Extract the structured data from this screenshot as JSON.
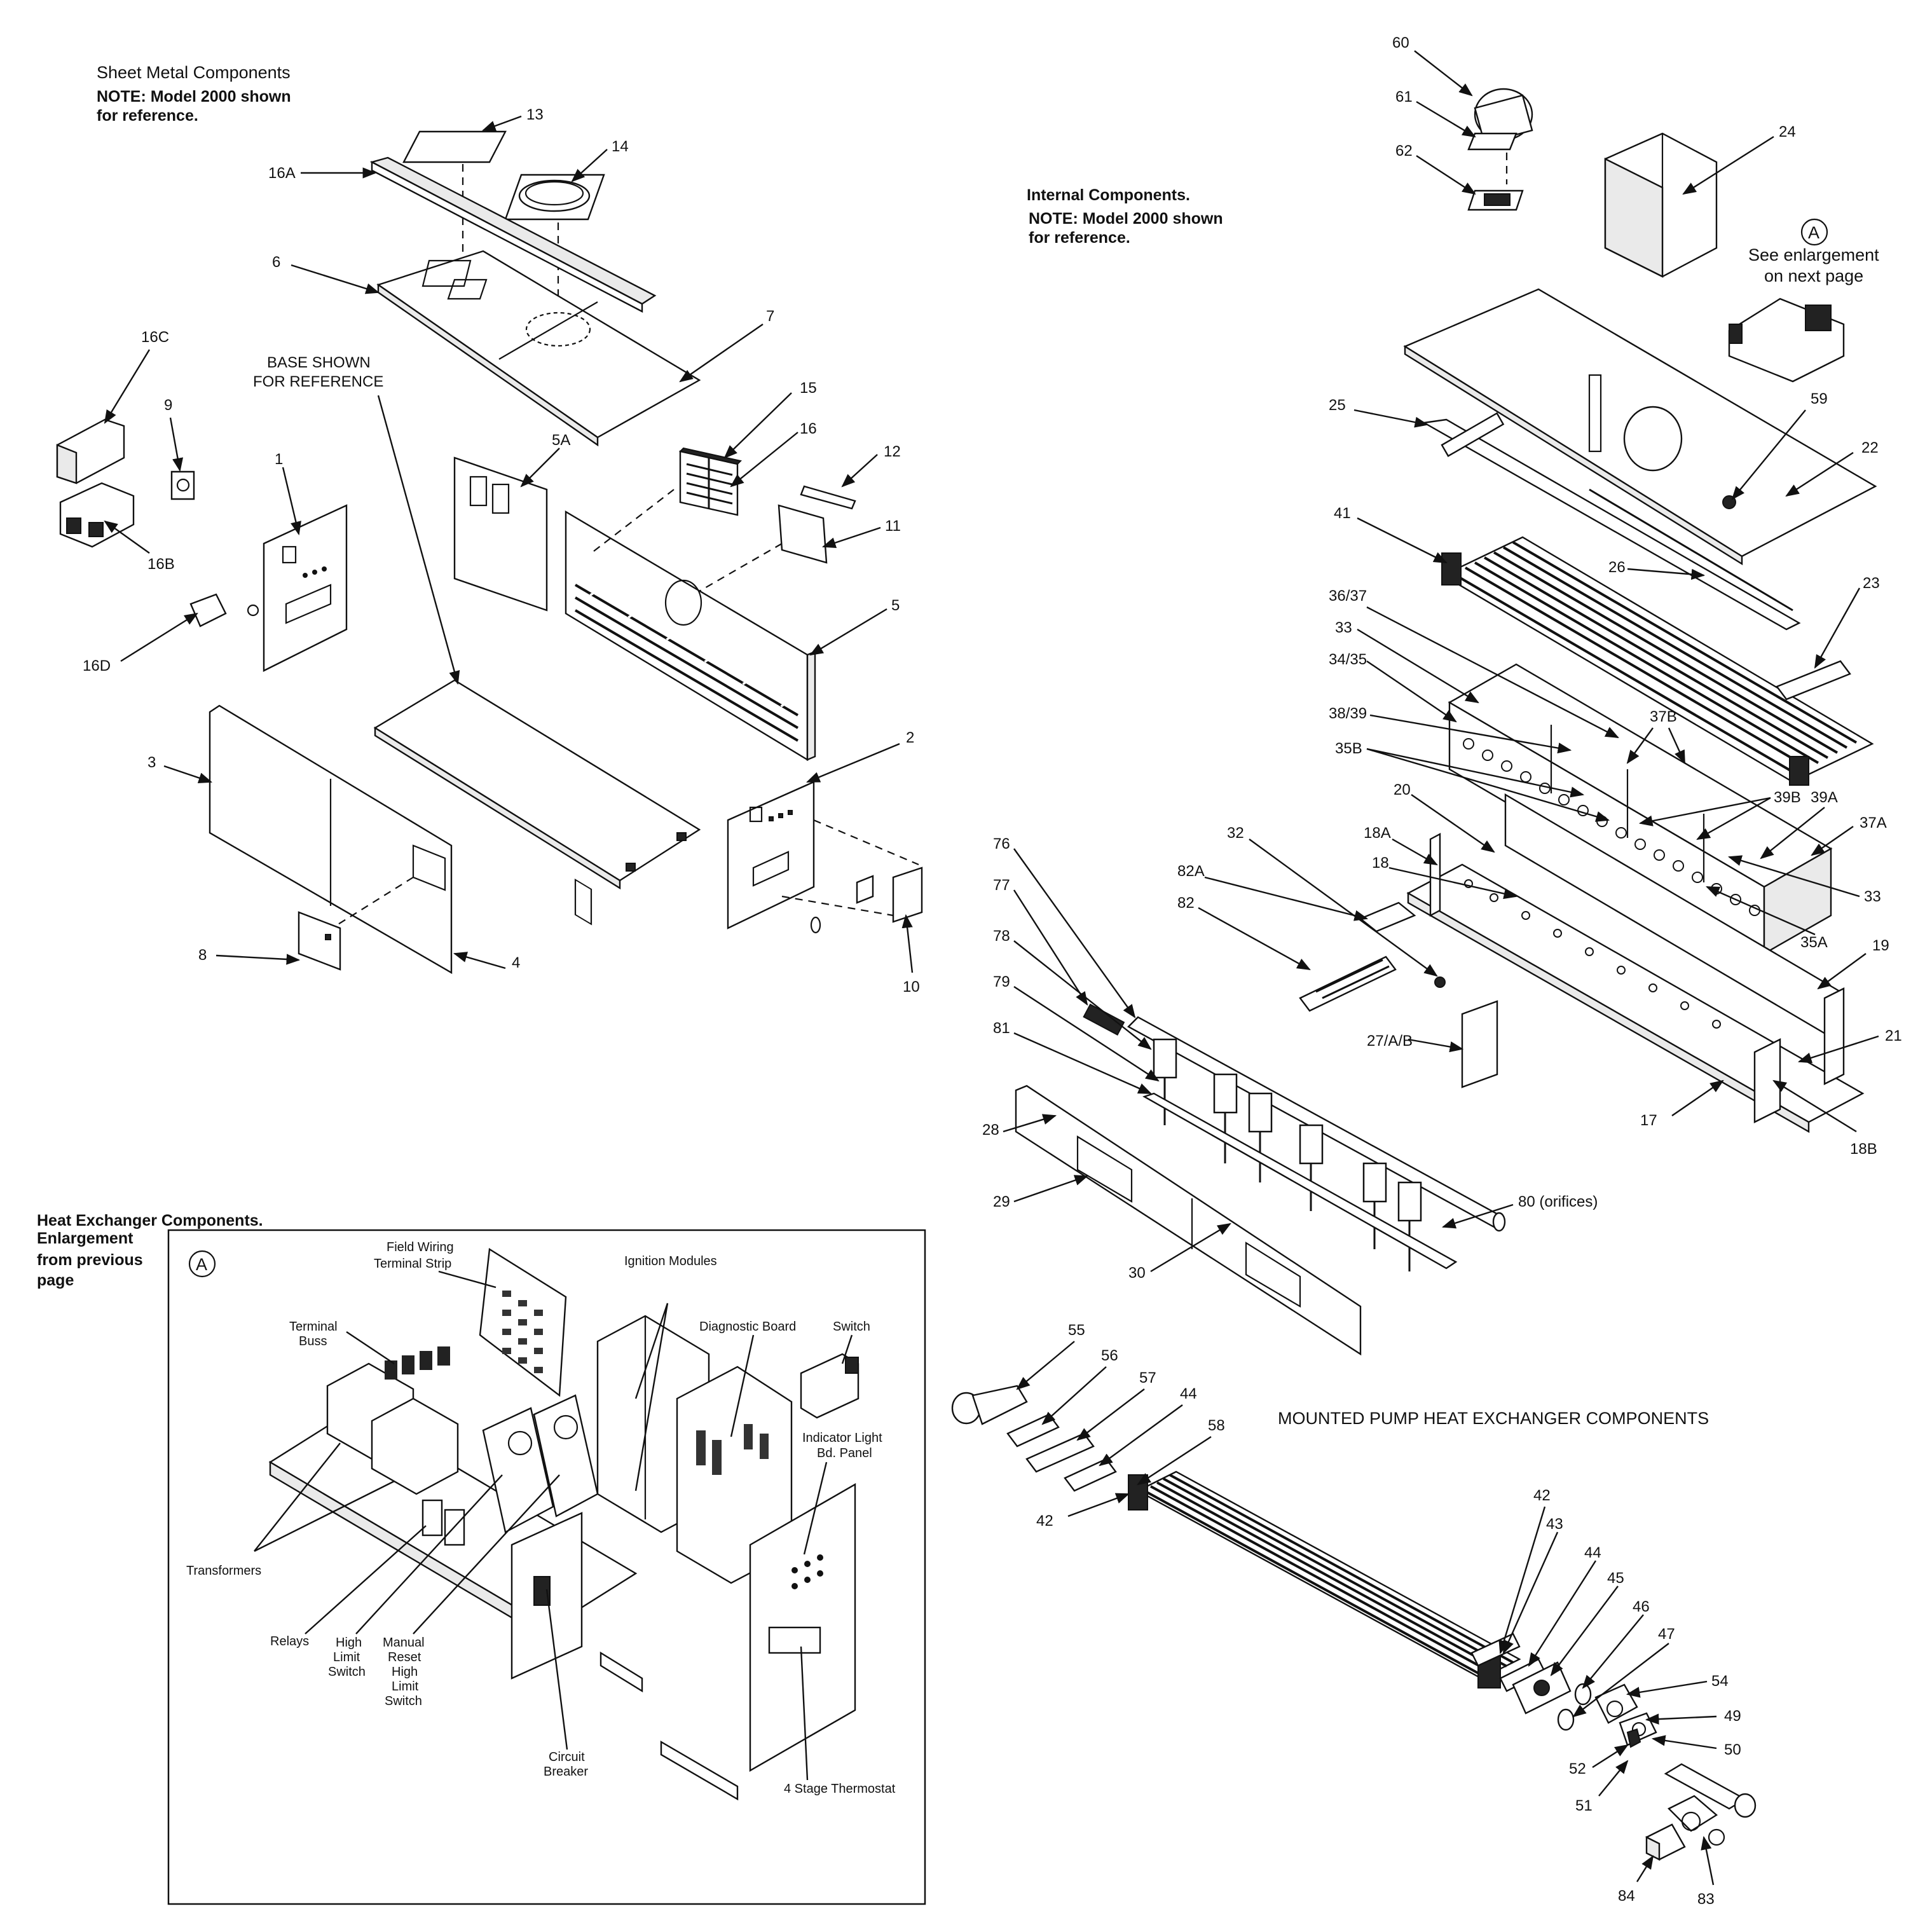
{
  "sections": {
    "sheet_metal": {
      "title": "Sheet Metal Components",
      "note_line1": "NOTE: Model 2000 shown",
      "note_line2": "for reference.",
      "base_note_line1": "BASE SHOWN",
      "base_note_line2": "FOR REFERENCE"
    },
    "internal": {
      "title": "Internal Components.",
      "note_line1": "NOTE: Model 2000 shown",
      "note_line2": "for reference.",
      "enlarge_marker": "A",
      "enlarge_line1": "See enlargement",
      "enlarge_line2": "on next page"
    },
    "heat_exchanger": {
      "title": "Heat Exchanger Components.",
      "enlarge_line1": "Enlargement",
      "enlarge_line2": "from previous",
      "enlarge_line3": "page",
      "marker": "A"
    },
    "mounted_pump": {
      "title": "MOUNTED PUMP HEAT EXCHANGER COMPONENTS"
    }
  },
  "callouts": {
    "c13": "13",
    "c14": "14",
    "c16A": "16A",
    "c6": "6",
    "c7": "7",
    "c16C": "16C",
    "c9": "9",
    "c16B": "16B",
    "c16D": "16D",
    "c1": "1",
    "c5A": "5A",
    "c15": "15",
    "c16": "16",
    "c12": "12",
    "c11": "11",
    "c5": "5",
    "c3": "3",
    "c2": "2",
    "c8": "8",
    "c4": "4",
    "c10": "10",
    "c60": "60",
    "c61": "61",
    "c62": "62",
    "c24": "24",
    "c25": "25",
    "c59": "59",
    "c22": "22",
    "c41": "41",
    "c26": "26",
    "c23": "23",
    "c36_37": "36/37",
    "c33a": "33",
    "c34_35": "34/35",
    "c38_39": "38/39",
    "c35B": "35B",
    "c37B": "37B",
    "c39B": "39B",
    "c39A": "39A",
    "c37A": "37A",
    "c20": "20",
    "c18A": "18A",
    "c18": "18",
    "c33b": "33",
    "c35A": "35A",
    "c19": "19",
    "c21": "21",
    "c17": "17",
    "c18B": "18B",
    "c32": "32",
    "c82A": "82A",
    "c82": "82",
    "c27": "27/A/B",
    "c76": "76",
    "c77": "77",
    "c78": "78",
    "c79": "79",
    "c81": "81",
    "c28": "28",
    "c29": "29",
    "c30": "30",
    "c80": "80 (orifices)",
    "c55": "55",
    "c56": "56",
    "c57": "57",
    "c44a": "44",
    "c58": "58",
    "c42a": "42",
    "c42b": "42",
    "c43": "43",
    "c44b": "44",
    "c45": "45",
    "c46": "46",
    "c47": "47",
    "c54": "54",
    "c49": "49",
    "c50": "50",
    "c52": "52",
    "c51": "51",
    "c84": "84",
    "c83": "83"
  },
  "enlargement_labels": {
    "field_wiring_1": "Field Wiring",
    "field_wiring_2": "Terminal Strip",
    "ignition_modules": "Ignition Modules",
    "diagnostic_board": "Diagnostic Board",
    "switch": "Switch",
    "terminal_buss_1": "Terminal",
    "terminal_buss_2": "Buss",
    "indicator_1": "Indicator Light",
    "indicator_2": "Bd. Panel",
    "transformers": "Transformers",
    "relays": "Relays",
    "high_limit_1": "High",
    "high_limit_2": "Limit",
    "high_limit_3": "Switch",
    "manual_reset_1": "Manual",
    "manual_reset_2": "Reset",
    "manual_reset_3": "High",
    "manual_reset_4": "Limit",
    "manual_reset_5": "Switch",
    "circuit_breaker_1": "Circuit",
    "circuit_breaker_2": "Breaker",
    "thermostat": "4 Stage Thermostat"
  }
}
